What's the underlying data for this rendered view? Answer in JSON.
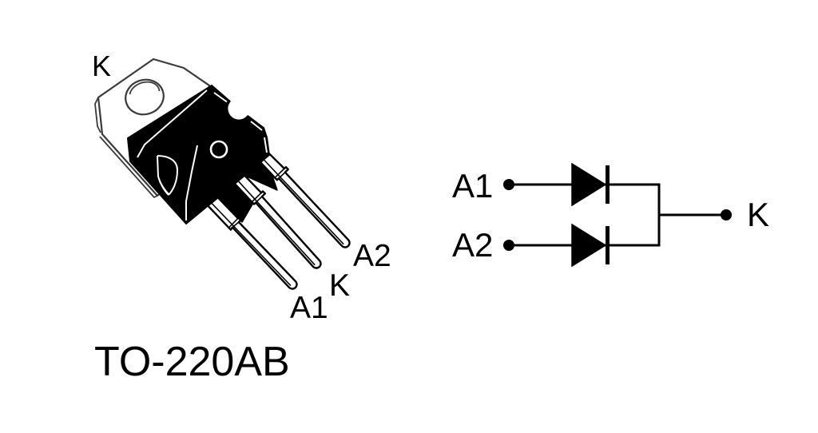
{
  "figure": {
    "background": "#ffffff",
    "ink_color": "#000000",
    "outline_color": "#3a3a3a"
  },
  "package_view": {
    "caption": "TO-220AB",
    "tab_label": "K",
    "pin1_label": "A1",
    "pin2_label": "K",
    "pin3_label": "A2"
  },
  "schematic_view": {
    "anode1_label": "A1",
    "anode2_label": "A2",
    "cathode_label": "K"
  }
}
